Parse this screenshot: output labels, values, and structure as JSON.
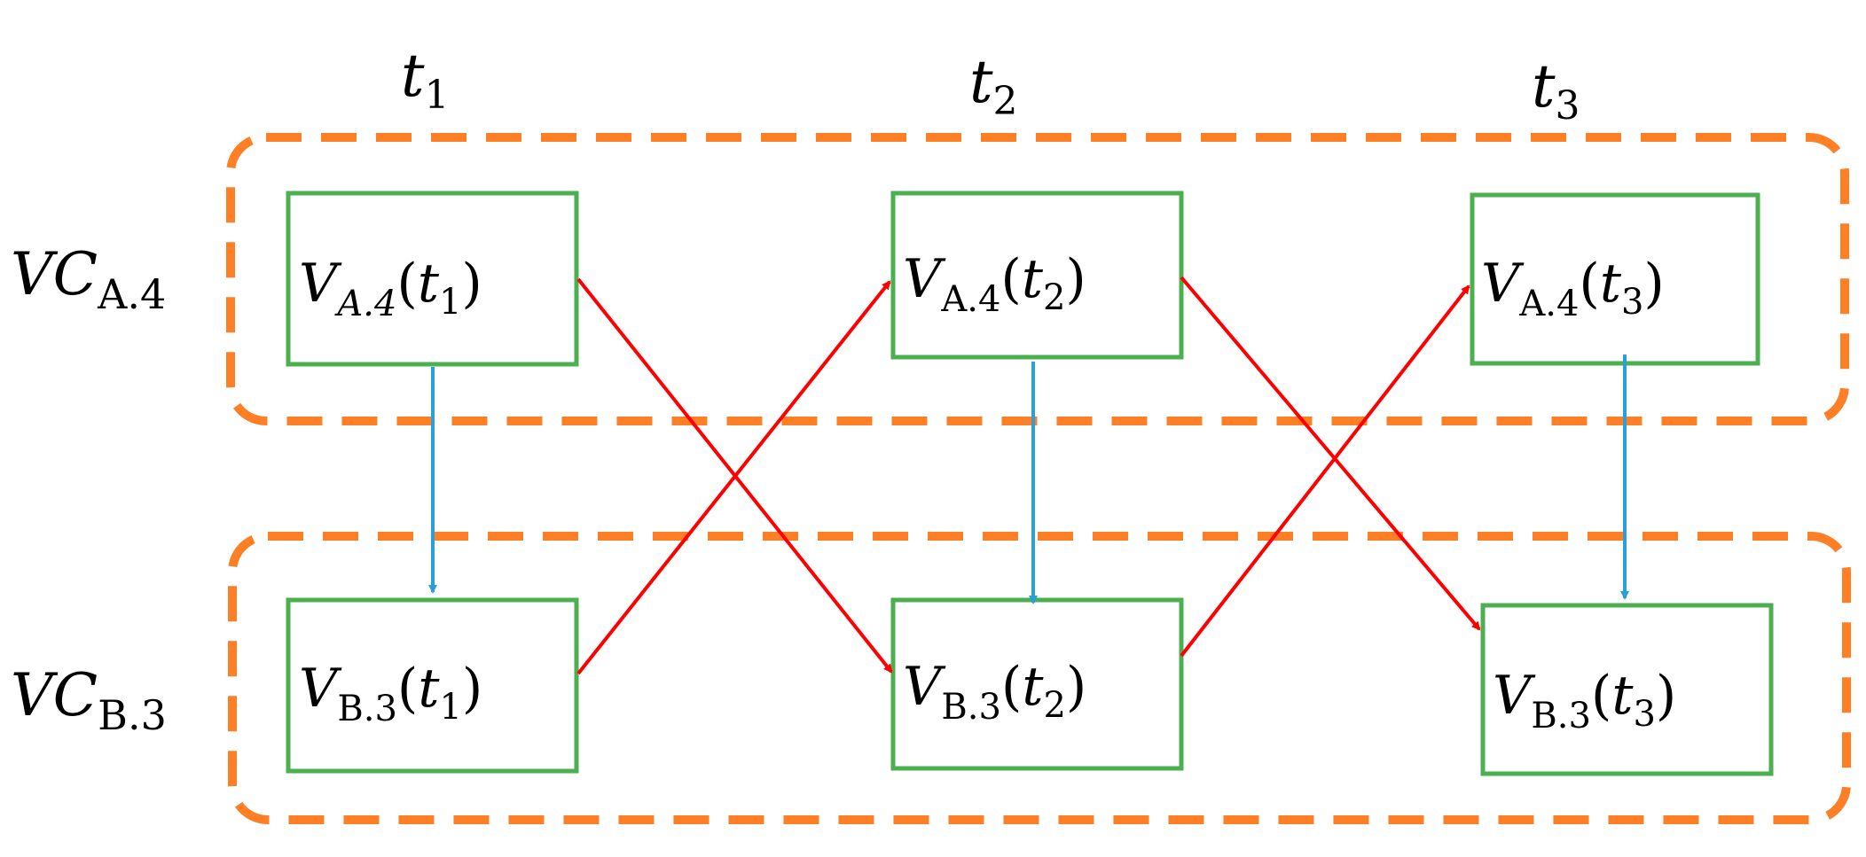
{
  "columns": [
    {
      "var": "t",
      "sub": "1"
    },
    {
      "var": "t",
      "sub": "2"
    },
    {
      "var": "t",
      "sub": "3"
    }
  ],
  "groups": [
    {
      "var": "VC",
      "sub": "A.4"
    },
    {
      "var": "VC",
      "sub": "B.3"
    }
  ],
  "nodes": [
    {
      "v": "V",
      "sub": "A.4",
      "arg": "t",
      "argsub": "1"
    },
    {
      "v": "V",
      "sub": "A.4",
      "arg": "t",
      "argsub": "2"
    },
    {
      "v": "V",
      "sub": "A.4",
      "arg": "t",
      "argsub": "3"
    },
    {
      "v": "V",
      "sub": "B.3",
      "arg": "t",
      "argsub": "1"
    },
    {
      "v": "V",
      "sub": "B.3",
      "arg": "t",
      "argsub": "2"
    },
    {
      "v": "V",
      "sub": "B.3",
      "arg": "t",
      "argsub": "3"
    }
  ],
  "colors": {
    "group_border": "#ff7f27",
    "node_border": "#4caf50",
    "vertical_arrow": "#2b9fd8",
    "cross_arrow": "#ff0000",
    "text": "#000000"
  }
}
